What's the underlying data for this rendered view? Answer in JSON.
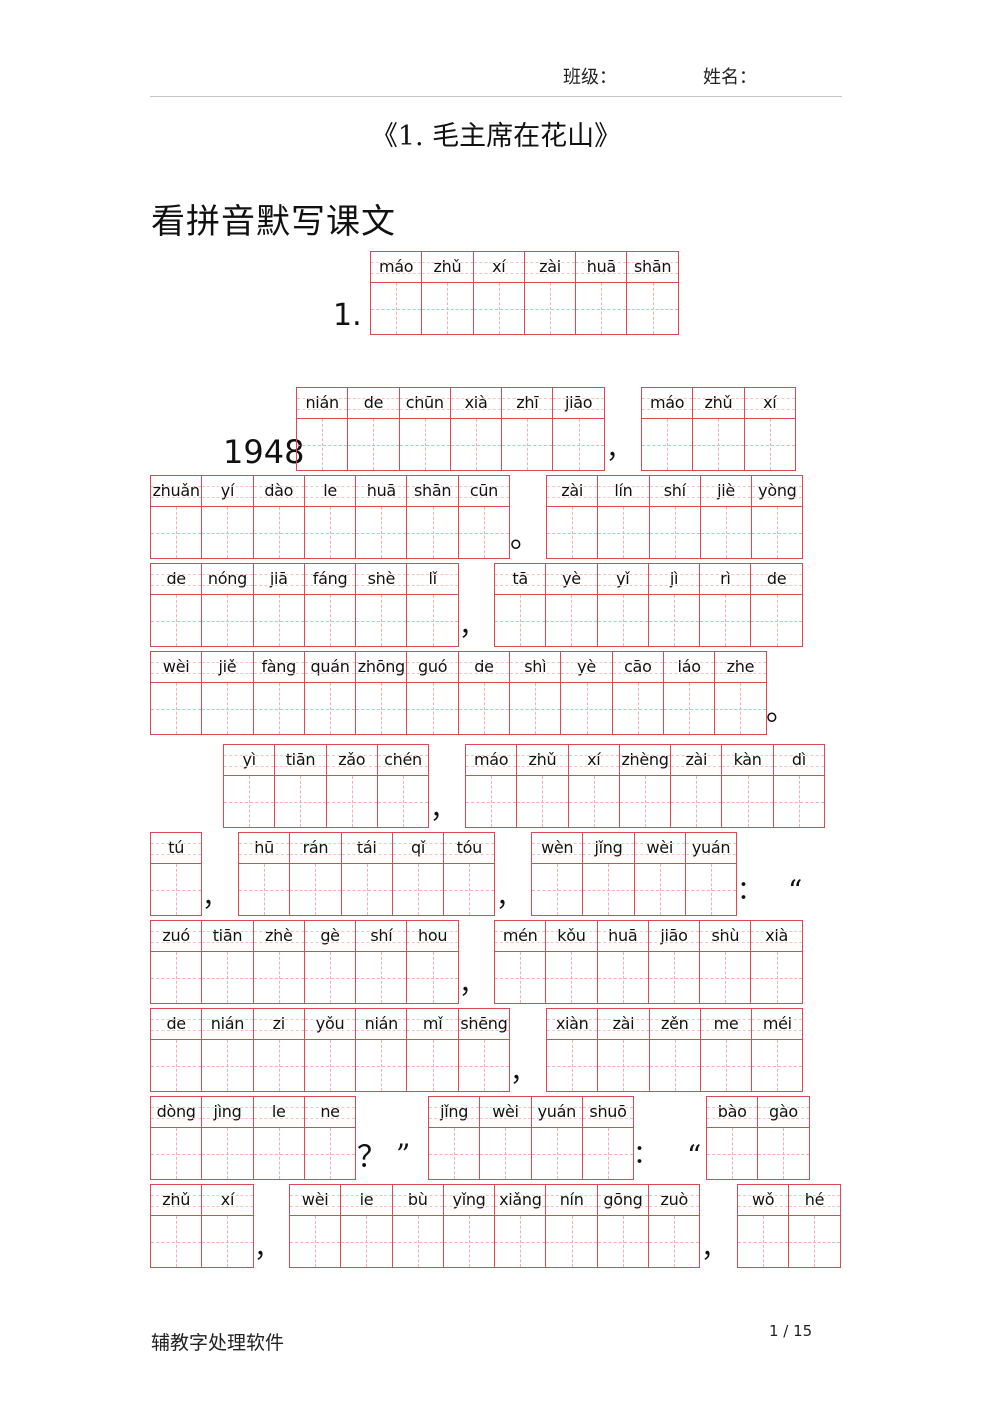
{
  "header": {
    "class_label": "班级：",
    "name_label": "姓名："
  },
  "title": "《1. 毛主席在花山》",
  "section_heading": "看拼音默写课文",
  "exercise": {
    "number": "1.",
    "year": "1948",
    "groups": [
      [
        "máo",
        "zhǔ",
        "xí",
        "zài",
        "huā",
        "shān"
      ],
      [
        "nián",
        "de",
        "chūn",
        "xià",
        "zhī",
        "jiāo"
      ],
      [
        "máo",
        "zhǔ",
        "xí"
      ],
      [
        "zhuǎn",
        "yí",
        "dào",
        "le",
        "huā",
        "shān",
        "cūn"
      ],
      [
        "zài",
        "lín",
        "shí",
        "jiè",
        "yòng"
      ],
      [
        "de",
        "nóng",
        "jiā",
        "fáng",
        "shè",
        "lǐ"
      ],
      [
        "tā",
        "yè",
        "yǐ",
        "jì",
        "rì",
        "de"
      ],
      [
        "wèi",
        "jiě",
        "fàng",
        "quán",
        "zhōng",
        "guó",
        "de",
        "shì",
        "yè",
        "cāo",
        "láo",
        "zhe"
      ],
      [
        "yì",
        "tiān",
        "zǎo",
        "chén"
      ],
      [
        "máo",
        "zhǔ",
        "xí",
        "zhèng",
        "zài",
        "kàn",
        "dì"
      ],
      [
        "tú"
      ],
      [
        "hū",
        "rán",
        "tái",
        "qǐ",
        "tóu"
      ],
      [
        "wèn",
        "jǐng",
        "wèi",
        "yuán"
      ],
      [
        "zuó",
        "tiān",
        "zhè",
        "gè",
        "shí",
        "hou"
      ],
      [
        "mén",
        "kǒu",
        "huā",
        "jiāo",
        "shù",
        "xià"
      ],
      [
        "de",
        "nián",
        "zi",
        "yǒu",
        "nián",
        "mǐ",
        "shēng"
      ],
      [
        "xiàn",
        "zài",
        "zěn",
        "me",
        "méi"
      ],
      [
        "dòng",
        "jìng",
        "le",
        "ne"
      ],
      [
        "jǐng",
        "wèi",
        "yuán",
        "shuō"
      ],
      [
        "bào",
        "gào"
      ],
      [
        "zhǔ",
        "xí"
      ],
      [
        "wèi",
        "le",
        "bù",
        "yǐng",
        "xiǎng",
        "nín",
        "gōng",
        "zuò"
      ],
      [
        "wǒ",
        "hé"
      ]
    ],
    "punctuation": [
      "，",
      "。",
      "，",
      "。",
      "，",
      "，",
      "，",
      "：",
      "“",
      "，",
      "，",
      "？",
      "”",
      "：",
      "“",
      "，",
      "，"
    ]
  },
  "footer": {
    "software": "辅教字处理软件",
    "page": "1 / 15"
  }
}
